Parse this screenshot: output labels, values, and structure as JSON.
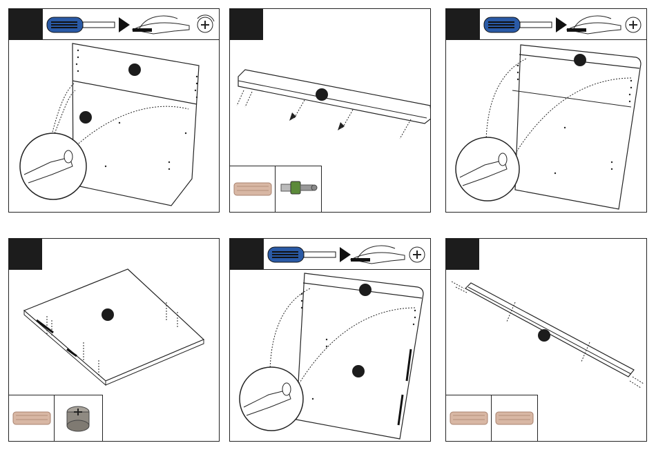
{
  "panels": [
    {
      "id": "p1",
      "tool": "screwdriver",
      "parts": []
    },
    {
      "id": "p2",
      "tool": "none",
      "parts": [
        "wood-dowel",
        "connecting-bolt"
      ]
    },
    {
      "id": "p3",
      "tool": "screwdriver",
      "parts": []
    },
    {
      "id": "p4",
      "tool": "none",
      "parts": [
        "wood-dowel",
        "cam-lock"
      ]
    },
    {
      "id": "p5",
      "tool": "screwdriver",
      "parts": []
    },
    {
      "id": "p6",
      "tool": "none",
      "parts": [
        "wood-dowel",
        "wood-dowel"
      ]
    }
  ],
  "colors": {
    "line": "#222222",
    "step_block": "#1c1c1c",
    "screwdriver_blue": "#2a5aa6",
    "dowel": "#d8b7a4",
    "bolt_green": "#5c8a3a"
  }
}
